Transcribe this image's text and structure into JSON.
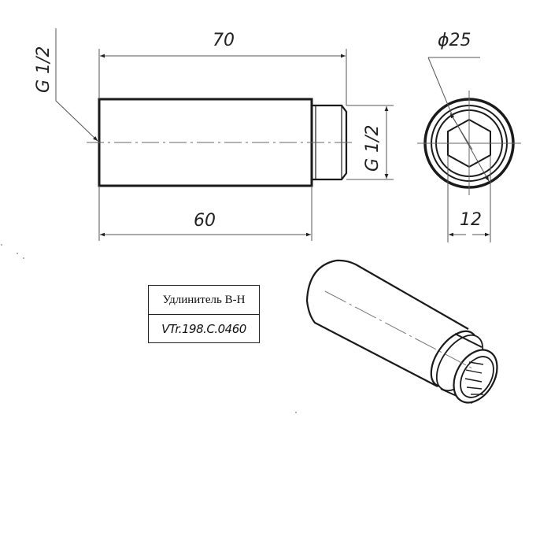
{
  "drawing": {
    "part_name": "Удлинитель В-Н",
    "designation": "VTr.198.C.0460",
    "dimensions": {
      "overall_length": "70",
      "body_length": "60",
      "thread_left": "G 1/2",
      "thread_right": "G 1/2",
      "outer_diameter": "ϕ25",
      "hex_size": "12"
    },
    "colors": {
      "line": "#1a1a1a",
      "thin_line": "#555555",
      "background": "#ffffff"
    }
  }
}
